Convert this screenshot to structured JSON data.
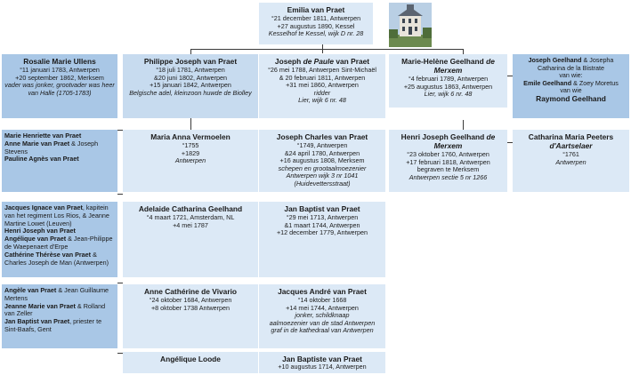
{
  "top": {
    "emilia": {
      "name": "Emilia van Praet",
      "lines": [
        "°21 december 1811, Antwerpen",
        "+27 augustus 1890, Kessel"
      ],
      "note": "Kesselhof te Kessel, wijk D nr. 28"
    }
  },
  "row1": {
    "rosalie": {
      "name": "Rosalie Marie Ullens",
      "lines": [
        "°11 januari 1783, Antwerpen",
        "+20 september 1862, Merksem"
      ],
      "note": "vader was jonker, grootvader was heer van Halle (1705-1783)"
    },
    "philippe": {
      "name": "Philippe Joseph van Praet",
      "lines": [
        "°18 juli 1781, Antwerpen",
        "&20 juni 1802, Antwerpen",
        "+15 januari 1842, Antwerpen"
      ],
      "note": "Belgische adel, kleinzoon huwde de Biolley"
    },
    "josephpaule": {
      "name_a": "Joseph ",
      "name_b": "de Paule",
      "name_c": " van Praet",
      "lines": [
        "°26 mei 1788, Antwerpen Sint-Michaël",
        "& 20 februari 1811, Antwerpen",
        "+31 mei 1860, Antwerpen"
      ],
      "note": "ridder",
      "note2": "Lier, wijk 6 nr. 48"
    },
    "mariehelene": {
      "name_a": "Marie-Helène Geelhand ",
      "name_b": "de Merxem",
      "lines": [
        "°4 februari 1789, Antwerpen",
        "+25 augustus 1863, Antwerpen"
      ],
      "note": "Lier, wijk 6 nr. 48"
    },
    "right": {
      "l1a": "Joseph Geelhand",
      "l1b": " & Josepha Catharina de la Bistrate",
      "l2": "van wie:",
      "l3a": "Emile Geelhand",
      "l3b": " & Zoey Moretus",
      "l4": "van wie",
      "l5": "Raymond Geelhand"
    }
  },
  "row2": {
    "left": [
      {
        "b": "Marie Henriette van Praet",
        "t": ""
      },
      {
        "b": "Anne Marie van Praet",
        "t": " & Joseph Stevens"
      },
      {
        "b": "Pauline Agnès van Praet",
        "t": ""
      }
    ],
    "maria": {
      "name": "Maria Anna Vermoelen",
      "lines": [
        "°1755",
        "+1829"
      ],
      "note": "Antwerpen"
    },
    "josephcharles": {
      "name": "Joseph Charles van Praet",
      "lines": [
        "°1749, Antwerpen",
        "&24 april 1780, Antwerpen",
        "+16 augustus 1808, Merksem"
      ],
      "note": "schepen en grootaalmoezenier",
      "note2": "Antwerpen wijk 3 nr 1041 (Huidevettersstraat)"
    },
    "henri": {
      "name_a": "Henri Joseph Geelhand ",
      "name_b": "de Merxem",
      "lines": [
        "°23 oktober 1760, Antwerpen",
        "+17 februari 1818, Antwerpen",
        "begraven te Merksem"
      ],
      "note": "Antwerpen sectie 5 nr 1266"
    },
    "catharina": {
      "name_a": "Catharina Maria Peeters ",
      "name_b": "d'Aartselaer",
      "lines": [
        "°1761"
      ],
      "note": "Antwerpen"
    }
  },
  "row3": {
    "left": [
      {
        "b": "Jacques Ignace van Praet",
        "t": ", kapitein van het regiment Los Rios, & Jeanne Martine Lowet (Leuven)"
      },
      {
        "b": "Henri Joseph van Praet",
        "t": ""
      },
      {
        "b": "Angélique van Praet",
        "t": " & Jean-Philippe de Waepenaert d'Erpe"
      },
      {
        "b": "Cathérine Thérèse van Praet",
        "t": " & Charles Joseph de Man (Antwerpen)"
      }
    ],
    "adelaide": {
      "name": "Adelaide Catharina Geelhand",
      "lines": [
        "°4 maart 1721, Amsterdam, NL",
        "+4 mei 1787"
      ]
    },
    "janbaptist": {
      "name": "Jan Baptist van Praet",
      "lines": [
        "°29 mei 1713, Antwerpen",
        "&1 maart 1744, Antwerpen",
        "+12 december 1779, Antwerpen"
      ]
    }
  },
  "row4": {
    "left": [
      {
        "b": "Angèle van Praet",
        "t": " & Jean Guillaume Mertens"
      },
      {
        "b": "Jeanne Marie van Praet",
        "t": " & Rolland van Zeller"
      },
      {
        "b": "Jan Baptist van Praet",
        "t": ", priester te Sint-Baafs, Gent"
      }
    ],
    "anne": {
      "name": "Anne Cathérine de Vivario",
      "lines": [
        "°24 oktober 1684, Antwerpen",
        "+8 oktober 1738 Antwerpen"
      ]
    },
    "jacques": {
      "name": "Jacques André van Praet",
      "lines": [
        "°14 oktober 1668",
        "+14 mei 1744, Antwerpen"
      ],
      "note": "jonker, schildknaap",
      "note2": "aalmoezenier van de stad Antwerpen",
      "note3": "graf in de kathedraal van Antwerpen"
    }
  },
  "row5": {
    "angelique": {
      "name": "Angélique Loode"
    },
    "jan": {
      "name": "Jan Baptiste van Praet",
      "lines": [
        "+10 augustus 1714, Antwerpen"
      ]
    }
  }
}
